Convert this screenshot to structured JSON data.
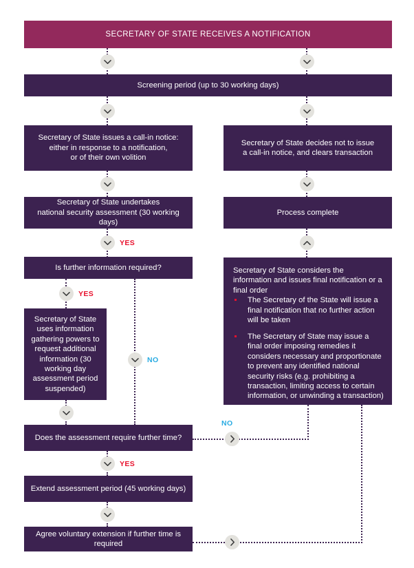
{
  "colors": {
    "header_plum": "#93295c",
    "box_purple": "#3c2250",
    "yes_red": "#e8112d",
    "no_cyan": "#29abe2",
    "knob_grey": "#e3e2dd",
    "page_bg": "#ffffff"
  },
  "nodes": {
    "header": {
      "label": "SECRETARY OF STATE RECEIVES A NOTIFICATION"
    },
    "screening": {
      "label": "Screening period (up to 30 working days)"
    },
    "call_in": {
      "line1": "Secretary of State issues a call-in notice:",
      "line2": "either in response to a notification,",
      "line3": "or of their own volition"
    },
    "no_call_in": {
      "line1": "Secretary of State decides not to issue",
      "line2": "a call-in notice, and clears transaction"
    },
    "assessment": {
      "line1": "Secretary of State undertakes",
      "line2": "national security assessment (30 working days)"
    },
    "process_complete": {
      "label": "Process complete"
    },
    "further_info": {
      "label": "Is further information required?"
    },
    "info_powers": {
      "label": "Secretary of State uses information gathering powers to request additional information (30 working day assessment period suspended)"
    },
    "final": {
      "intro": "Secretary of State considers the information and issues final notification or a final order",
      "bullets": [
        "The Secretary of the State will issue a final notification that no further action will be taken",
        "The Secretary of State may issue a final order imposing remedies it considers necessary and proportionate to prevent any identified national security risks (e.g. prohibiting a transaction, limiting access to certain information, or unwinding a transaction)"
      ]
    },
    "require_more_time": {
      "label": "Does the assessment require further time?"
    },
    "extend": {
      "label": "Extend assessment period (45 working days)"
    },
    "voluntary": {
      "label": "Agree voluntary extension if further time is required"
    }
  },
  "edge_labels": {
    "yes_after_assessment": "YES",
    "yes_further_info": "YES",
    "no_further_info": "NO",
    "no_more_time": "NO",
    "yes_more_time": "YES"
  },
  "icons": {
    "chevron_down": "chevron-down-icon",
    "chevron_up": "chevron-up-icon",
    "chevron_right": "chevron-right-icon"
  }
}
